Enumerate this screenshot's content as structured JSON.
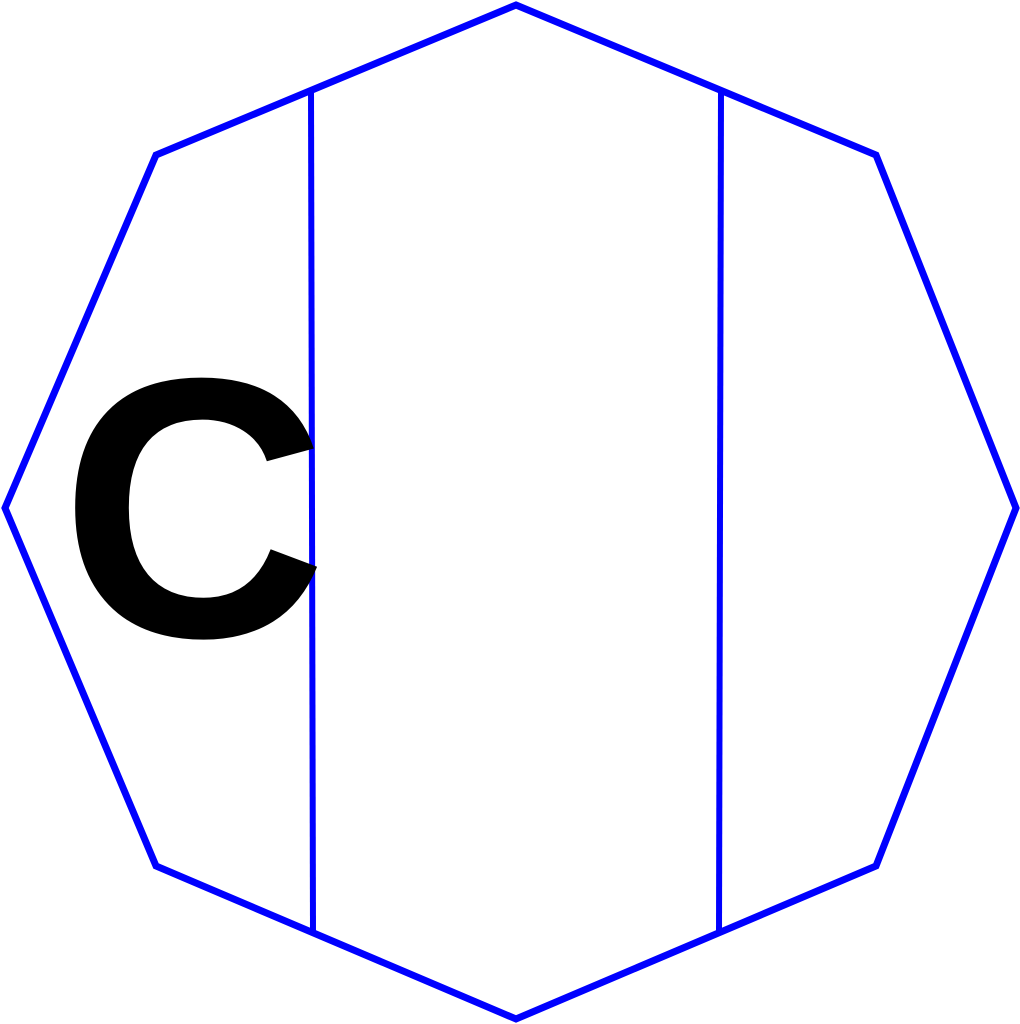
{
  "figure": {
    "label": "C",
    "shape": "octagon",
    "regions": 3,
    "colors": {
      "outline": "#0000ff",
      "label": "#000000",
      "background": "#ffffff"
    }
  }
}
